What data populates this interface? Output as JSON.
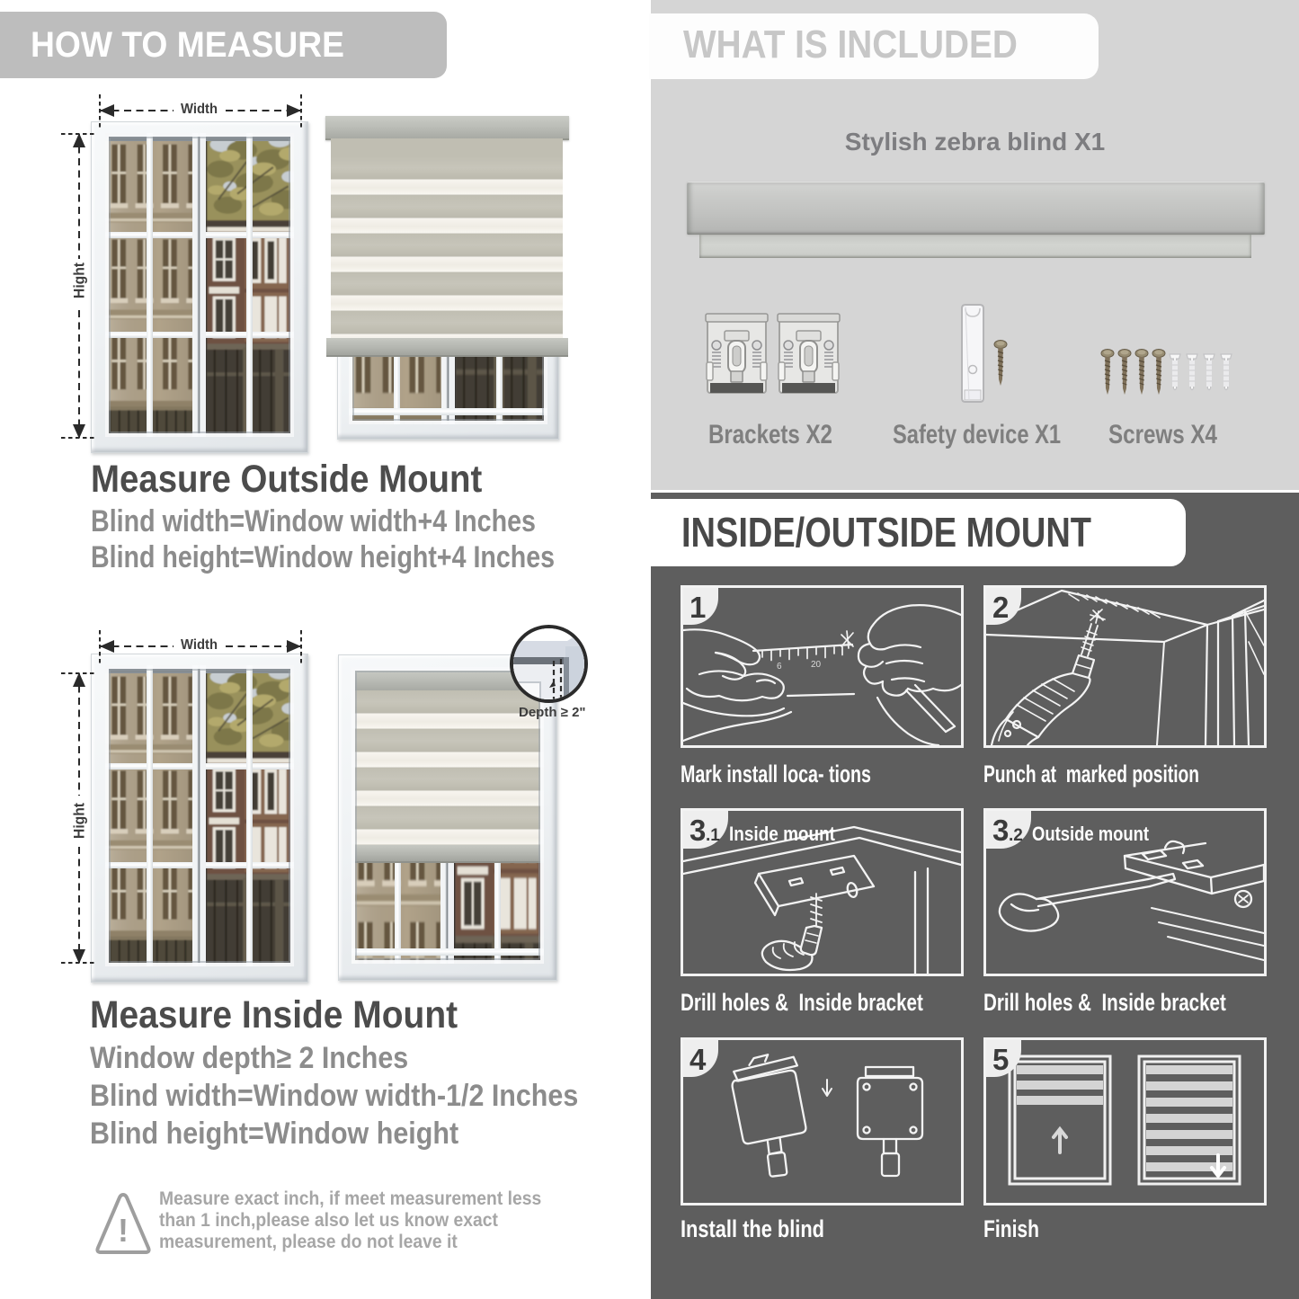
{
  "left": {
    "header": "HOW TO MEASURE",
    "outside": {
      "heading": "Measure Outside Mount",
      "line1": "Blind width=Window width+4 Inches",
      "line2": "Blind height=Window height+4 Inches"
    },
    "inside": {
      "heading": "Measure Inside Mount",
      "line1": "Window depth≥ 2 Inches",
      "line2": "Blind width=Window width-1/2 Inches",
      "line3": "Blind height=Window height"
    },
    "dims": {
      "width": "Width",
      "height": "Hight",
      "depth": "Depth ≥ 2\""
    },
    "note": {
      "line1": "Measure exact inch, if meet measurement less",
      "line2": "than 1 inch,please also let us know exact",
      "line3": "measurement, please do not leave it",
      "mark": "!"
    }
  },
  "included": {
    "header": "WHAT IS INCLUDED",
    "blind_label": "Stylish zebra blind X1",
    "items": [
      {
        "label": "Brackets X2"
      },
      {
        "label": "Safety device X1"
      },
      {
        "label": "Screws X4"
      }
    ]
  },
  "mount": {
    "header": "INSIDE/OUTSIDE MOUNT",
    "steps": [
      {
        "num": "1",
        "sub": "",
        "label": "",
        "caption": "Mark install loca- tions",
        "tape_numbers": [
          "6",
          "20"
        ]
      },
      {
        "num": "2",
        "sub": "",
        "label": "",
        "caption": "Punch at  marked position"
      },
      {
        "num": "3",
        "sub": ".1",
        "label": "Inside mount",
        "caption": "Drill holes &  Inside bracket"
      },
      {
        "num": "3",
        "sub": ".2",
        "label": "Outside mount",
        "caption": "Drill holes &  Inside bracket"
      },
      {
        "num": "4",
        "sub": "",
        "label": "",
        "caption": "Install the blind"
      },
      {
        "num": "5",
        "sub": "",
        "label": "",
        "caption": "Finish"
      }
    ]
  },
  "colors": {
    "left_header_bg": "#bdbdbd",
    "included_panel_bg": "#d5d5d5",
    "mount_panel_bg": "#5e5e5e",
    "heading_text": "#4c4c4c",
    "sub_text": "#8c8c8c",
    "note_text": "#a6a6a6",
    "caption_text": "#ffffff"
  }
}
